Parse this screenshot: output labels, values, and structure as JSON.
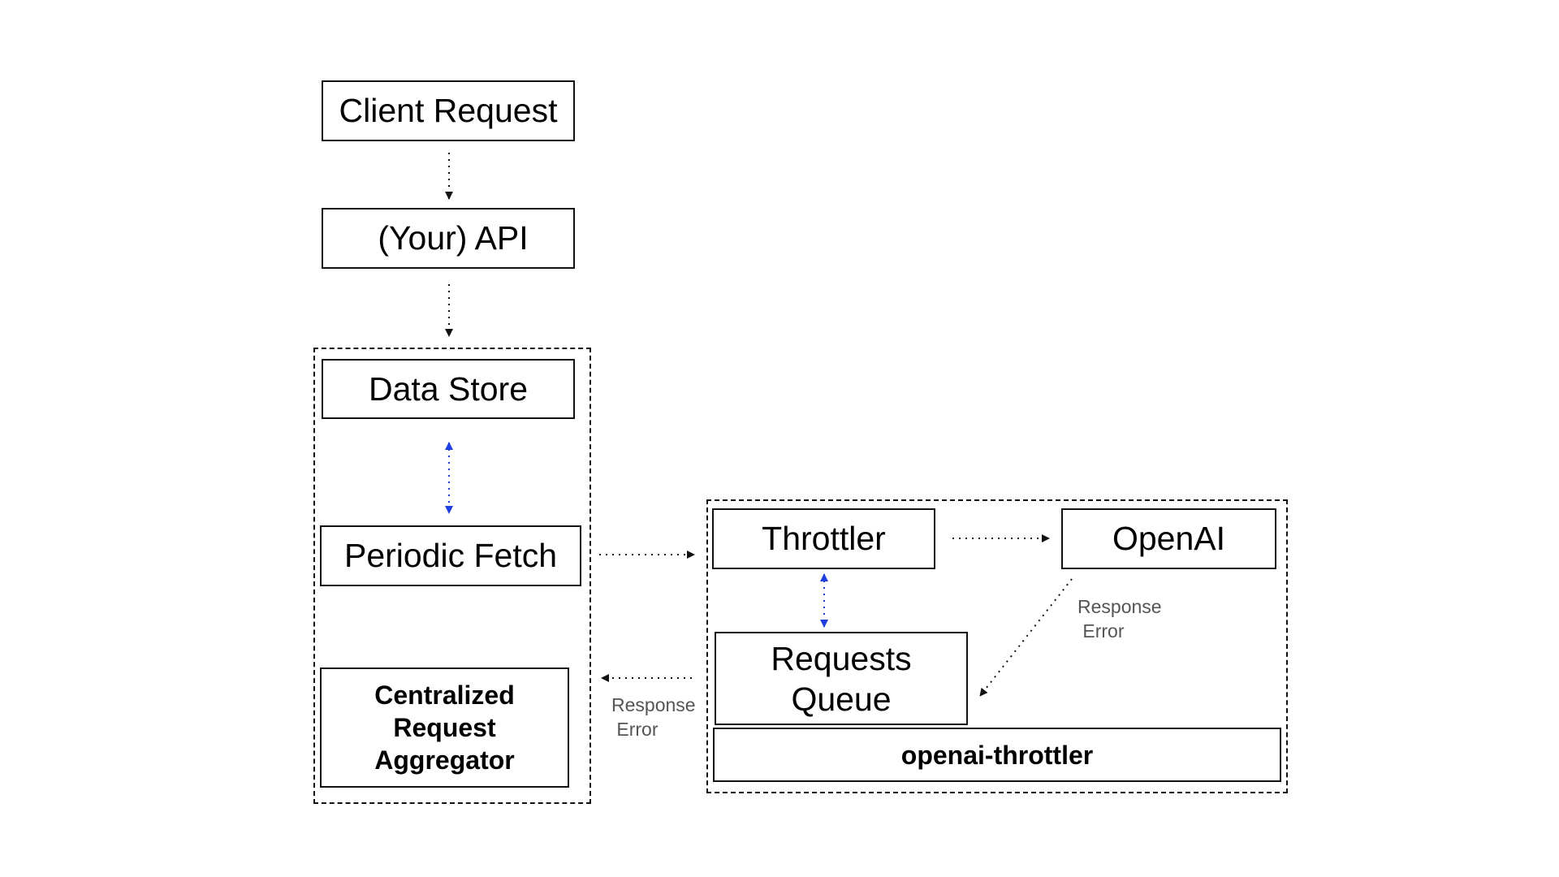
{
  "nodes": {
    "client_request": "Client Request",
    "your_api": "(Your) API",
    "data_store": "Data Store",
    "periodic_fetch": "Periodic Fetch",
    "aggregator": "Centralized\nRequest\nAggregator",
    "throttler": "Throttler",
    "openai": "OpenAI",
    "requests_queue": "Requests\nQueue",
    "openai_throttler": "openai-throttler"
  },
  "edge_labels": {
    "openai_to_queue": "Response\n Error",
    "queue_to_aggregator": "Response\n Error"
  },
  "colors": {
    "edge_default": "#111111",
    "edge_bidirectional": "#1f3fe0",
    "edge_label": "#555555"
  }
}
